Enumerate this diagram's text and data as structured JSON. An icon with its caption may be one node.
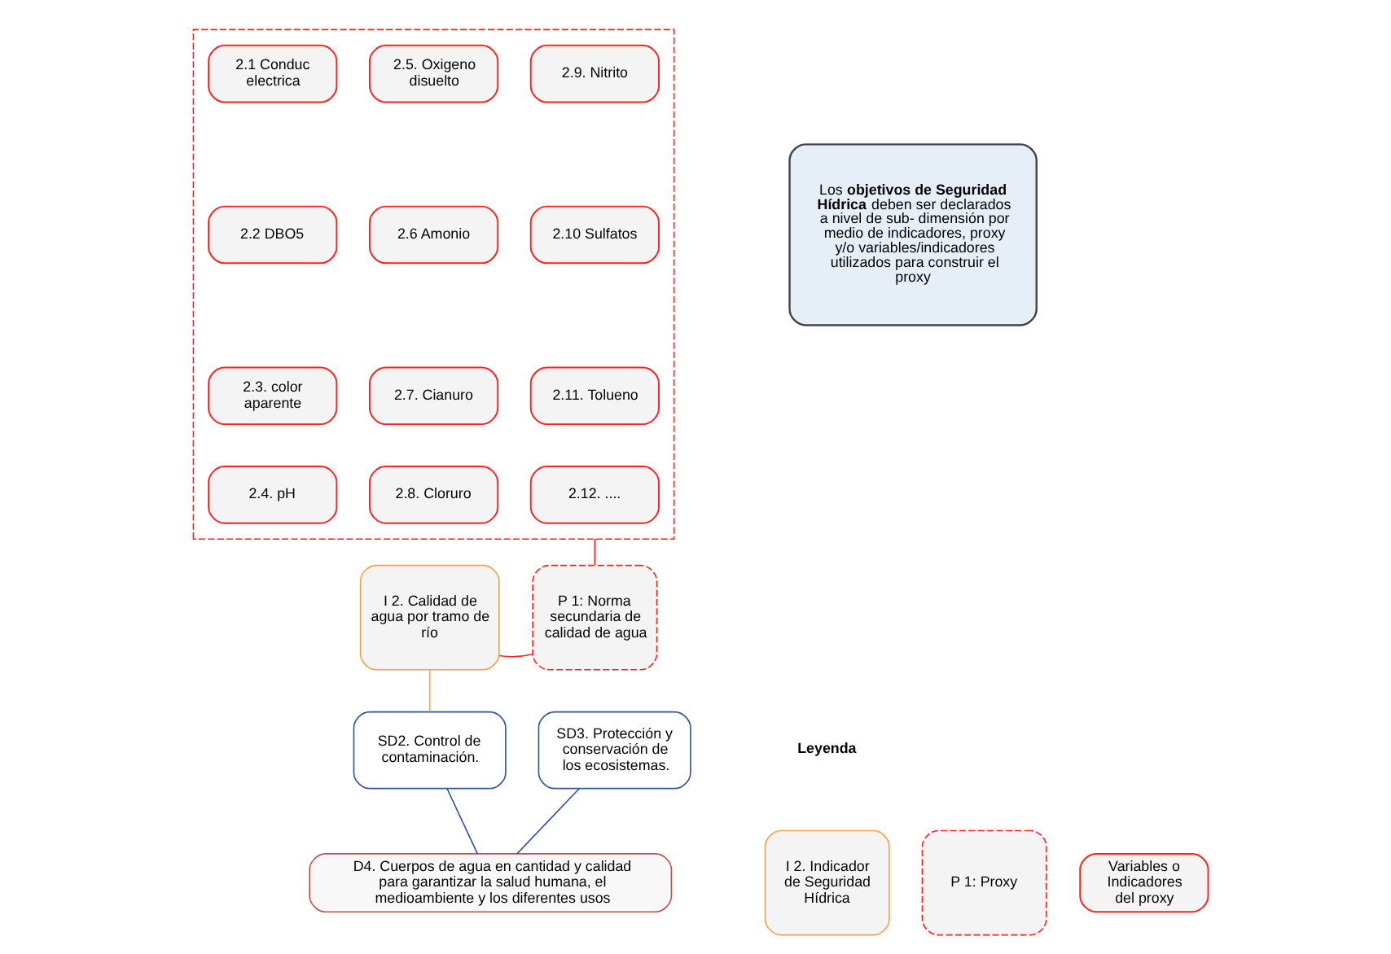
{
  "diagram": {
    "nodes": [
      {
        "text": [],
        "shape": "box"
      },
      {
        "text": [
          "2.1 Conduc electrica"
        ],
        "in": 0
      },
      {
        "text": [
          "2.5. Oxigeno disuelto"
        ],
        "in": 0
      },
      {
        "text": [
          "2.9. Nitrito"
        ],
        "in": 0
      },
      {
        "text": [
          "2.2 DBO5"
        ],
        "in": 0
      },
      {
        "text": [
          "2.6 Amonio"
        ],
        "in": 0
      },
      {
        "text": [
          "2.10 Sulfatos"
        ],
        "in": 0
      },
      {
        "text": [
          "2.3. color aparente"
        ],
        "in": 0
      },
      {
        "text": [
          "2.7. Cianuro"
        ],
        "in": 0
      },
      {
        "text": [
          "2.11. Tolueno"
        ],
        "in": 0
      },
      {
        "text": [
          "2.4. pH"
        ],
        "in": 0
      },
      {
        "text": [
          "2.8. Cloruro"
        ],
        "in": 0
      },
      {
        "text": [
          "2.12. ...."
        ],
        "in": 0
      },
      {
        "text": [
          "I 2. Calidad de agua por tramo de río"
        ]
      },
      {
        "text": [
          "P 1: Norma secundaria de calidad de agua"
        ]
      },
      {
        "text": [
          "SD2. Control de contaminación."
        ]
      },
      {
        "text": [
          "SD3. Protección y conservación de los ecosistemas."
        ]
      },
      {
        "text": [
          "D4. Cuerpos de agua en cantidad y calidad para garantizar la salud humana, el medioambiente y los diferentes usos"
        ]
      },
      {
        "text": [
          "Los **objetivos de Seguridad Hídrica** deben ser declarados a nivel de sub- dimensión por medio de indicadores, proxy y/o variables/indicadores utilizados para construir el proxy"
        ]
      },
      {
        "text": [
          "I 2. Indicador de Seguridad Hídrica"
        ]
      },
      {
        "text": [
          "P 1: Proxy"
        ]
      },
      {
        "text": [
          "Variables o Indicadores del proxy"
        ]
      }
    ],
    "edges": [
      {
        "from": 0,
        "to": 14,
        "arrow": "none"
      },
      {
        "from": 13,
        "to": 14,
        "arrow": "none"
      },
      {
        "from": 13,
        "to": 15,
        "arrow": "none",
        "color": "#f5a04a"
      },
      {
        "from": 15,
        "to": 17,
        "arrow": "none",
        "color": "#2f5597"
      },
      {
        "from": 16,
        "to": 17,
        "arrow": "none",
        "color": "#2f5597"
      }
    ],
    "labels": [
      "Leyenda"
    ]
  }
}
